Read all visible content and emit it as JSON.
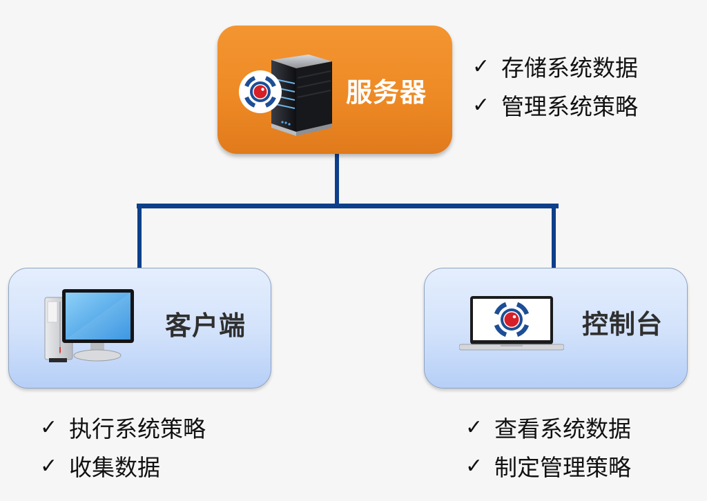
{
  "diagram": {
    "type": "system-architecture",
    "colors": {
      "server_fill": "#ef8c28",
      "node_fill": "#d4e3fb",
      "connector": "#0d3f8a",
      "logo_blue": "#1d4e96",
      "logo_red": "#d61f26"
    },
    "server": {
      "label": "服务器",
      "icon": "server-tower-icon",
      "features": [
        "存储系统数据",
        "管理系统策略"
      ]
    },
    "client": {
      "label": "客户端",
      "icon": "desktop-computer-icon",
      "features": [
        "执行系统策略",
        "收集数据"
      ]
    },
    "console": {
      "label": "控制台",
      "icon": "laptop-icon",
      "features": [
        "查看系统数据",
        "制定管理策略"
      ]
    },
    "check_glyph": "✓",
    "edges": [
      {
        "from": "服务器",
        "to": "客户端"
      },
      {
        "from": "服务器",
        "to": "控制台"
      }
    ]
  }
}
